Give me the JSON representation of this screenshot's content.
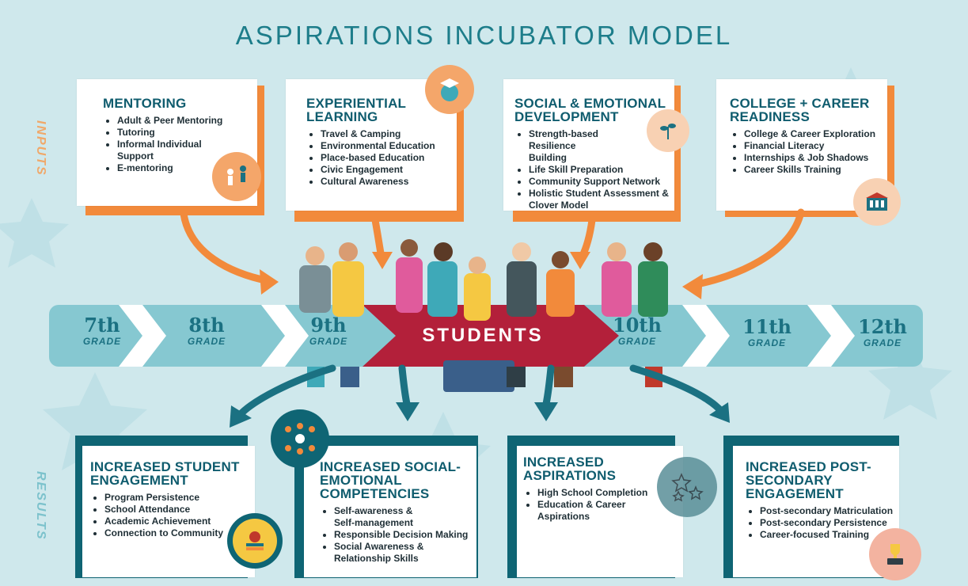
{
  "title": "ASPIRATIONS INCUBATOR MODEL",
  "side_labels": {
    "inputs": "INPUTS",
    "results": "RESULTS"
  },
  "colors": {
    "background": "#cfe8ec",
    "teal_dark": "#0f5c6e",
    "teal_mid": "#1b7182",
    "orange": "#f28a3b",
    "crimson": "#b3203a",
    "band": "#86c8d1"
  },
  "inputs": [
    {
      "title": "MENTORING",
      "items": [
        "Adult & Peer Mentoring",
        "Tutoring",
        "Informal Individual Support",
        "E-mentoring"
      ],
      "icon": "mentoring-icon"
    },
    {
      "title": "EXPERIENTIAL LEARNING",
      "items": [
        "Travel & Camping",
        "Environmental Education",
        "Place-based Education",
        "Civic Engagement",
        "Cultural Awareness"
      ],
      "icon": "graduate-globe-icon"
    },
    {
      "title": "SOCIAL & EMOTIONAL DEVELOPMENT",
      "items": [
        "Strength-based Resilience Building",
        "Life Skill Preparation",
        "Community Support Network",
        "Holistic Student Assessment & Clover Model"
      ],
      "icon": "plant-hand-icon"
    },
    {
      "title": "COLLEGE + CAREER READINESS",
      "items": [
        "College & Career Exploration",
        "Financial Literacy",
        "Internships & Job Shadows",
        "Career Skills Training"
      ],
      "icon": "building-icon"
    }
  ],
  "timeline": {
    "grades": [
      {
        "num": "7th",
        "label": "GRADE"
      },
      {
        "num": "8th",
        "label": "GRADE"
      },
      {
        "num": "9th",
        "label": "GRADE"
      },
      {
        "num": "10th",
        "label": "GRADE"
      },
      {
        "num": "11th",
        "label": "GRADE"
      },
      {
        "num": "12th",
        "label": "GRADE"
      }
    ],
    "center": "STUDENTS"
  },
  "results": [
    {
      "title": "INCREASED STUDENT ENGAGEMENT",
      "items": [
        "Program Persistence",
        "School Attendance",
        "Academic Achievement",
        "Connection to Community"
      ],
      "icon": "apple-books-icon"
    },
    {
      "title": "INCREASED SOCIAL-EMOTIONAL COMPETENCIES",
      "items": [
        "Self-awareness & Self-management",
        "Responsible Decision Making",
        "Social Awareness & Relationship Skills"
      ],
      "icon": "network-people-icon"
    },
    {
      "title": "INCREASED ASPIRATIONS",
      "items": [
        "High School Completion",
        "Education & Career Aspirations"
      ],
      "icon": "stars-icon"
    },
    {
      "title": "INCREASED POST-SECONDARY ENGAGEMENT",
      "items": [
        "Post-secondary Matriculation",
        "Post-secondary Persistence",
        "Career-focused Training"
      ],
      "icon": "trophy-laptop-icon"
    }
  ]
}
